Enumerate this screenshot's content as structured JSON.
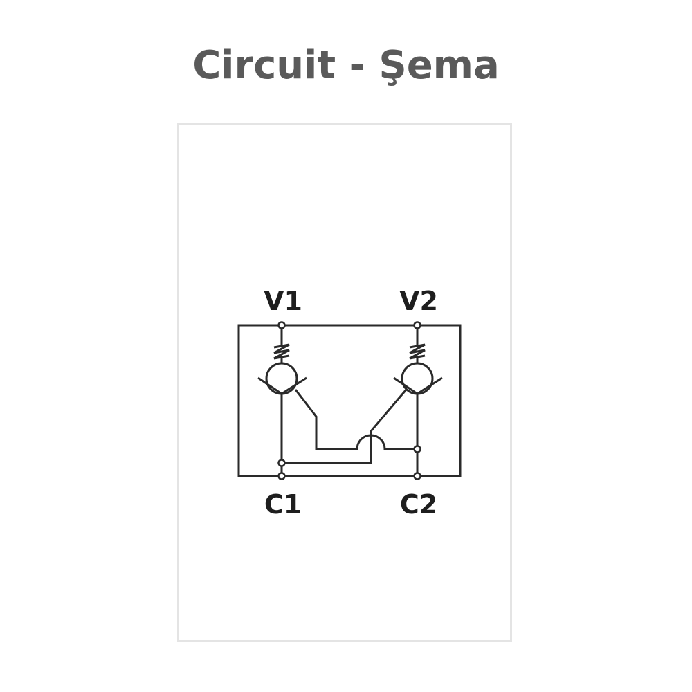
{
  "title": "Circuit - Şema",
  "ports": {
    "v1": "V1",
    "v2": "V2",
    "c1": "C1",
    "c2": "C2"
  },
  "colors": {
    "line": "#2a2a2a",
    "panel_border": "#e4e4e4",
    "title": "#5a5a5a"
  }
}
